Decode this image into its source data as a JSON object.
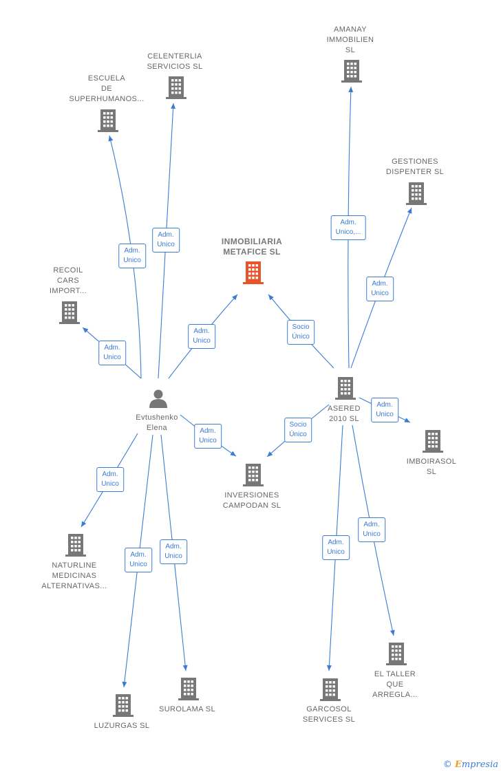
{
  "colors": {
    "edge": "#3a7bd5",
    "building": "#777777",
    "building_focus": "#e8542a",
    "person": "#777777"
  },
  "nodes": [
    {
      "id": "inmobiliaria",
      "kind": "company-focus",
      "label": [
        "INMOBILIARIA",
        "METAFICE SL"
      ]
    },
    {
      "id": "evtushenko",
      "kind": "person",
      "label": [
        "Evtushenko",
        "Elena"
      ]
    },
    {
      "id": "asered",
      "kind": "company",
      "label": [
        "ASERED",
        "2010 SL"
      ]
    },
    {
      "id": "escuela",
      "kind": "company",
      "label": [
        "ESCUELA",
        "DE",
        "SUPERHUMANOS..."
      ]
    },
    {
      "id": "celenterlia",
      "kind": "company",
      "label": [
        "CELENTERLIA",
        "SERVICIOS SL"
      ]
    },
    {
      "id": "amanay",
      "kind": "company",
      "label": [
        "AMANAY",
        "IMMOBILIEN",
        "SL"
      ]
    },
    {
      "id": "gestiones",
      "kind": "company",
      "label": [
        "GESTIONES",
        "DISPENTER SL"
      ]
    },
    {
      "id": "recoil",
      "kind": "company",
      "label": [
        "RECOIL",
        "CARS",
        "IMPORT..."
      ]
    },
    {
      "id": "imboirasol",
      "kind": "company",
      "label": [
        "IMBOIRASOL",
        "SL"
      ]
    },
    {
      "id": "inversiones",
      "kind": "company",
      "label": [
        "INVERSIONES",
        "CAMPODAN SL"
      ]
    },
    {
      "id": "naturline",
      "kind": "company",
      "label": [
        "NATURLINE",
        "MEDICINAS",
        "ALTERNATIVAS..."
      ]
    },
    {
      "id": "luzurgas",
      "kind": "company",
      "label": [
        "LUZURGAS SL"
      ]
    },
    {
      "id": "surolama",
      "kind": "company",
      "label": [
        "SUROLAMA SL"
      ]
    },
    {
      "id": "garcosol",
      "kind": "company",
      "label": [
        "GARCOSOL",
        "SERVICES SL"
      ]
    },
    {
      "id": "taller",
      "kind": "company",
      "label": [
        "EL TALLER",
        "QUE",
        "ARREGLA..."
      ]
    }
  ],
  "edges": [
    {
      "from": "evtushenko",
      "to": "escuela",
      "label": [
        "Adm.",
        "Unico"
      ]
    },
    {
      "from": "evtushenko",
      "to": "celenterlia",
      "label": [
        "Adm.",
        "Unico"
      ]
    },
    {
      "from": "evtushenko",
      "to": "recoil",
      "label": [
        "Adm.",
        "Unico"
      ]
    },
    {
      "from": "evtushenko",
      "to": "inmobiliaria",
      "label": [
        "Adm.",
        "Unico"
      ]
    },
    {
      "from": "evtushenko",
      "to": "inversiones",
      "label": [
        "Adm.",
        "Unico"
      ]
    },
    {
      "from": "evtushenko",
      "to": "naturline",
      "label": [
        "Adm.",
        "Unico"
      ]
    },
    {
      "from": "evtushenko",
      "to": "luzurgas",
      "label": [
        "Adm.",
        "Unico"
      ]
    },
    {
      "from": "evtushenko",
      "to": "surolama",
      "label": [
        "Adm.",
        "Unico"
      ]
    },
    {
      "from": "asered",
      "to": "amanay",
      "label": [
        "Adm.",
        "Unico,..."
      ]
    },
    {
      "from": "asered",
      "to": "gestiones",
      "label": [
        "Adm.",
        "Unico"
      ]
    },
    {
      "from": "asered",
      "to": "inmobiliaria",
      "label": [
        "Socio",
        "Único"
      ]
    },
    {
      "from": "asered",
      "to": "imboirasol",
      "label": [
        "Adm.",
        "Unico"
      ]
    },
    {
      "from": "asered",
      "to": "inversiones",
      "label": [
        "Socio",
        "Único"
      ]
    },
    {
      "from": "asered",
      "to": "garcosol",
      "label": [
        "Adm.",
        "Unico"
      ]
    },
    {
      "from": "asered",
      "to": "taller",
      "label": [
        "Adm.",
        "Unico"
      ]
    }
  ],
  "brand": {
    "symbol": "©",
    "first": "E",
    "rest": "mpresia"
  }
}
